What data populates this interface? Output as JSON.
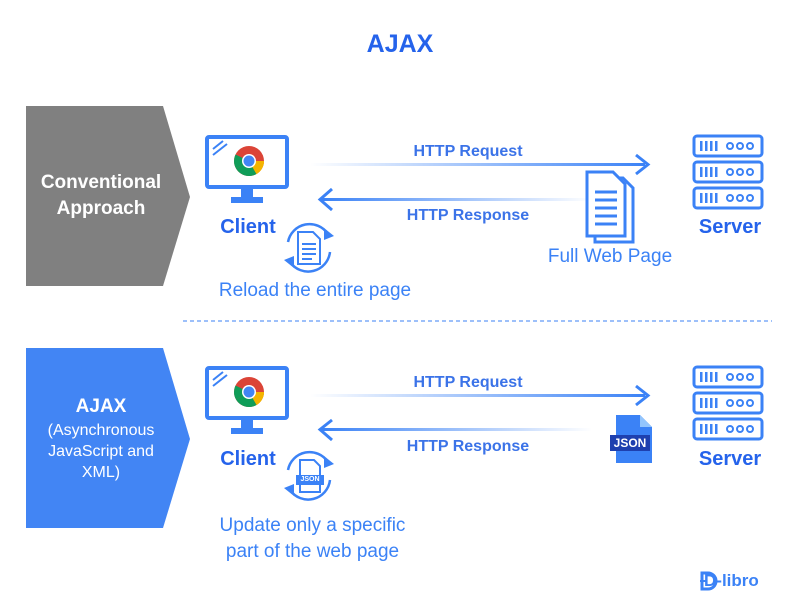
{
  "title": "AJAX",
  "conventional": {
    "badge_lines": [
      "Conventional",
      "Approach"
    ],
    "client_label": "Client",
    "server_label": "Server",
    "request_label": "HTTP Request",
    "response_label": "HTTP Response",
    "payload_label": "Full Web Page",
    "reload_caption": "Reload the entire page"
  },
  "ajax": {
    "badge_title": "AJAX",
    "badge_lines": [
      "(Asynchronous",
      "JavaScript and",
      "XML)"
    ],
    "client_label": "Client",
    "server_label": "Server",
    "request_label": "HTTP Request",
    "response_label": "HTTP Response",
    "json_label": "JSON",
    "update_caption_lines": [
      "Update only a specific",
      "part of the web page"
    ]
  },
  "logo_text": "D-libro",
  "colors": {
    "primary": "#3b82f6",
    "dark_blue": "#2563eb",
    "gray_badge": "#808080",
    "blue_badge": "#4285f4"
  }
}
